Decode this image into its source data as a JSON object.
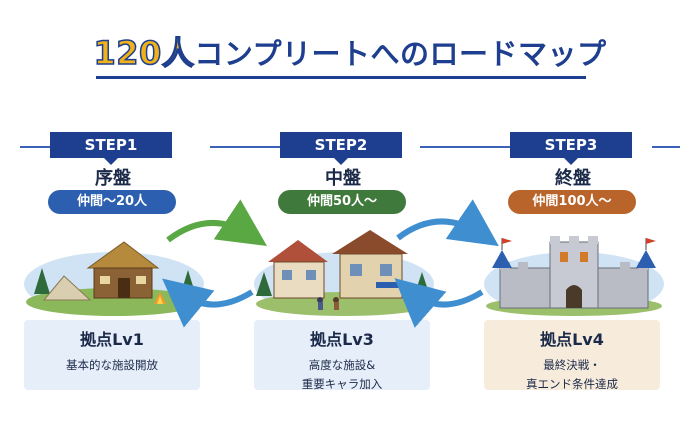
{
  "title": {
    "number": "120人",
    "rest": "コンプリートへのロードマップ"
  },
  "steps": [
    {
      "tag": "STEP1",
      "phase": "序盤",
      "pill": "仲間〜20人",
      "base": "拠点Lv1",
      "desc1": "基本的な施設開放",
      "desc2": ""
    },
    {
      "tag": "STEP2",
      "phase": "中盤",
      "pill": "仲間50人〜",
      "base": "拠点Lv3",
      "desc1": "高度な施設&",
      "desc2": "重要キャラ加入"
    },
    {
      "tag": "STEP3",
      "phase": "終盤",
      "pill": "仲間100人〜",
      "base": "拠点Lv4",
      "desc1": "最終決戦・",
      "desc2": "真エンド条件達成"
    }
  ],
  "colors": {
    "navy": "#1e3f8f",
    "pill_step1": "#2d5fb0",
    "pill_step2": "#3f7a3c",
    "pill_step3": "#b8642a",
    "info_step1": "#e6eef9",
    "info_step2": "#e6eef9",
    "info_step3": "#f7ecdc",
    "arrow_green": "#5aa844",
    "arrow_blue": "#3f8fd0"
  },
  "icons": [
    "camp-scene-icon",
    "village-scene-icon",
    "castle-scene-icon"
  ]
}
